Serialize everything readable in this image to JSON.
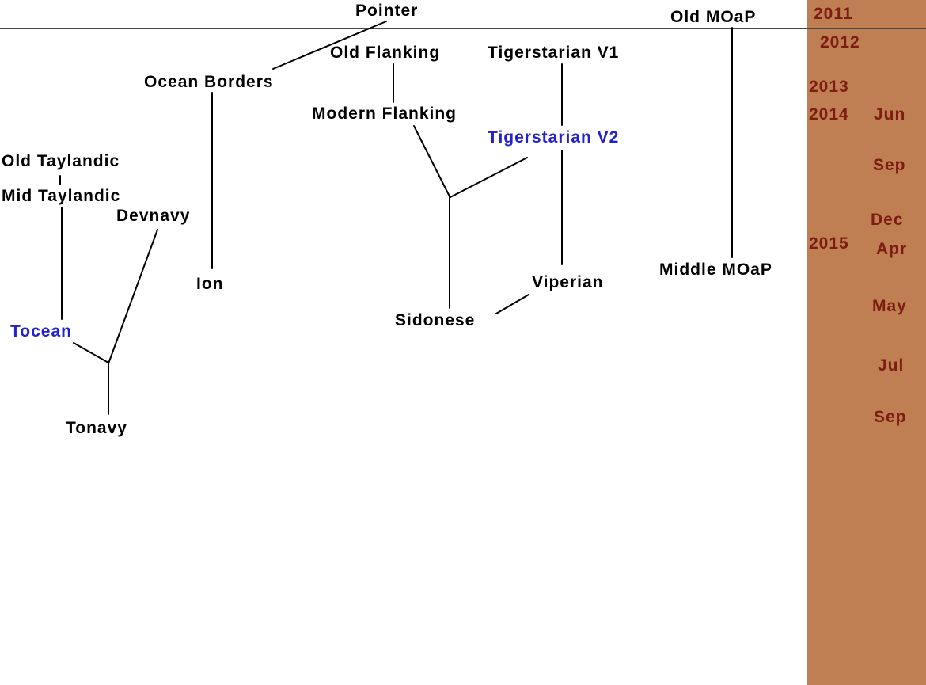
{
  "diagram": {
    "nodes": [
      {
        "id": "pointer",
        "label": "Pointer",
        "color": "black"
      },
      {
        "id": "old-moap",
        "label": "Old MOaP",
        "color": "black"
      },
      {
        "id": "old-flanking",
        "label": "Old Flanking",
        "color": "black"
      },
      {
        "id": "tigerstarian-v1",
        "label": "Tigerstarian V1",
        "color": "black"
      },
      {
        "id": "ocean-borders",
        "label": "Ocean Borders",
        "color": "black"
      },
      {
        "id": "modern-flanking",
        "label": "Modern Flanking",
        "color": "black"
      },
      {
        "id": "tigerstarian-v2",
        "label": "Tigerstarian V2",
        "color": "blue"
      },
      {
        "id": "old-taylandic",
        "label": "Old Taylandic",
        "color": "black"
      },
      {
        "id": "mid-taylandic",
        "label": "Mid Taylandic",
        "color": "black"
      },
      {
        "id": "devnavy",
        "label": "Devnavy",
        "color": "black"
      },
      {
        "id": "ion",
        "label": "Ion",
        "color": "black"
      },
      {
        "id": "middle-moap",
        "label": "Middle MOaP",
        "color": "black"
      },
      {
        "id": "viperian",
        "label": "Viperian",
        "color": "black"
      },
      {
        "id": "sidonese",
        "label": "Sidonese",
        "color": "black"
      },
      {
        "id": "tocean",
        "label": "Tocean",
        "color": "blue"
      },
      {
        "id": "tonavy",
        "label": "Tonavy",
        "color": "black"
      }
    ],
    "edges": [
      {
        "from": "Pointer",
        "to": "Ocean Borders"
      },
      {
        "from": "Old Flanking",
        "to": "Modern Flanking"
      },
      {
        "from": "Tigerstarian V1",
        "to": "Tigerstarian V2"
      },
      {
        "from": "Tigerstarian V2",
        "to": "Viperian"
      },
      {
        "from": "Modern Flanking",
        "to": "Sidonese"
      },
      {
        "from": "Tigerstarian V2",
        "to": "Sidonese"
      },
      {
        "from": "Sidonese",
        "to": "Viperian"
      },
      {
        "from": "Ocean Borders",
        "to": "Ion"
      },
      {
        "from": "Old MOaP",
        "to": "Middle MOaP"
      },
      {
        "from": "Old Taylandic",
        "to": "Mid Taylandic"
      },
      {
        "from": "Mid Taylandic",
        "to": "Tocean"
      },
      {
        "from": "Tocean",
        "to": "Tonavy"
      },
      {
        "from": "Devnavy",
        "to": "Tonavy"
      }
    ],
    "colors": {
      "label": "#000000",
      "highlight": "#2121cd",
      "edge": "#000000",
      "background": "#ffffff"
    }
  },
  "timeline": {
    "years": [
      "2011",
      "2012",
      "2013",
      "2014",
      "2015"
    ],
    "months": [
      "Jun",
      "Sep",
      "Dec",
      "Apr",
      "May",
      "Jul",
      "Sep"
    ],
    "colors": {
      "sidebar": "#bf7f52",
      "text": "#7d1c12"
    }
  }
}
